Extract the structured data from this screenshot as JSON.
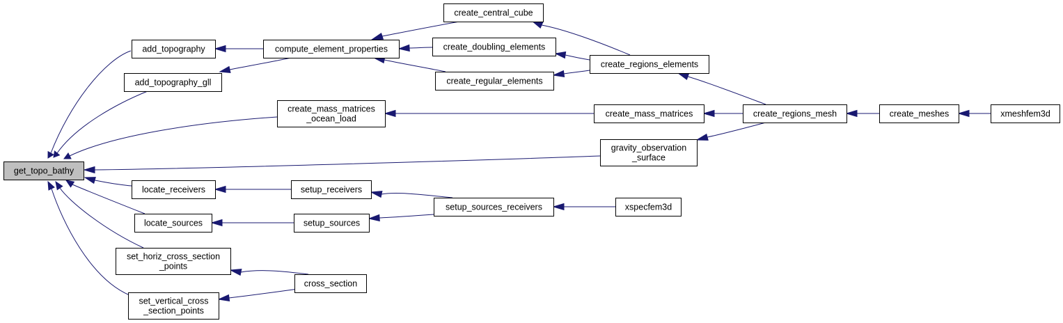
{
  "diagram": {
    "type": "call-graph",
    "nodes": [
      {
        "id": "get_topo_bathy",
        "lines": [
          "get_topo_bathy"
        ],
        "highlighted": true
      },
      {
        "id": "add_topography",
        "lines": [
          "add_topography"
        ]
      },
      {
        "id": "add_topography_gll",
        "lines": [
          "add_topography_gll"
        ]
      },
      {
        "id": "create_mass_matrices_ocean_load",
        "lines": [
          "create_mass_matrices",
          "_ocean_load"
        ]
      },
      {
        "id": "locate_receivers",
        "lines": [
          "locate_receivers"
        ]
      },
      {
        "id": "locate_sources",
        "lines": [
          "locate_sources"
        ]
      },
      {
        "id": "set_horiz_cross_section_points",
        "lines": [
          "set_horiz_cross_section",
          "_points"
        ]
      },
      {
        "id": "set_vertical_cross_section_points",
        "lines": [
          "set_vertical_cross",
          "_section_points"
        ]
      },
      {
        "id": "compute_element_properties",
        "lines": [
          "compute_element_properties"
        ]
      },
      {
        "id": "setup_receivers",
        "lines": [
          "setup_receivers"
        ]
      },
      {
        "id": "setup_sources",
        "lines": [
          "setup_sources"
        ]
      },
      {
        "id": "cross_section",
        "lines": [
          "cross_section"
        ]
      },
      {
        "id": "create_central_cube",
        "lines": [
          "create_central_cube"
        ]
      },
      {
        "id": "create_doubling_elements",
        "lines": [
          "create_doubling_elements"
        ]
      },
      {
        "id": "create_regular_elements",
        "lines": [
          "create_regular_elements"
        ]
      },
      {
        "id": "create_mass_matrices",
        "lines": [
          "create_mass_matrices"
        ]
      },
      {
        "id": "gravity_observation_surface",
        "lines": [
          "gravity_observation",
          "_surface"
        ]
      },
      {
        "id": "setup_sources_receivers",
        "lines": [
          "setup_sources_receivers"
        ]
      },
      {
        "id": "create_regions_elements",
        "lines": [
          "create_regions_elements"
        ]
      },
      {
        "id": "xspecfem3d",
        "lines": [
          "xspecfem3d"
        ]
      },
      {
        "id": "create_regions_mesh",
        "lines": [
          "create_regions_mesh"
        ]
      },
      {
        "id": "create_meshes",
        "lines": [
          "create_meshes"
        ]
      },
      {
        "id": "xmeshfem3d",
        "lines": [
          "xmeshfem3d"
        ]
      }
    ],
    "edges": [
      {
        "from": "add_topography",
        "to": "get_topo_bathy"
      },
      {
        "from": "add_topography_gll",
        "to": "get_topo_bathy"
      },
      {
        "from": "create_mass_matrices_ocean_load",
        "to": "get_topo_bathy"
      },
      {
        "from": "gravity_observation_surface",
        "to": "get_topo_bathy"
      },
      {
        "from": "locate_receivers",
        "to": "get_topo_bathy"
      },
      {
        "from": "locate_sources",
        "to": "get_topo_bathy"
      },
      {
        "from": "set_horiz_cross_section_points",
        "to": "get_topo_bathy"
      },
      {
        "from": "set_vertical_cross_section_points",
        "to": "get_topo_bathy"
      },
      {
        "from": "compute_element_properties",
        "to": "add_topography"
      },
      {
        "from": "compute_element_properties",
        "to": "add_topography_gll"
      },
      {
        "from": "create_central_cube",
        "to": "compute_element_properties"
      },
      {
        "from": "create_doubling_elements",
        "to": "compute_element_properties"
      },
      {
        "from": "create_regular_elements",
        "to": "compute_element_properties"
      },
      {
        "from": "create_regions_elements",
        "to": "create_central_cube"
      },
      {
        "from": "create_regions_elements",
        "to": "create_doubling_elements"
      },
      {
        "from": "create_regions_elements",
        "to": "create_regular_elements"
      },
      {
        "from": "create_regions_mesh",
        "to": "create_regions_elements"
      },
      {
        "from": "create_mass_matrices",
        "to": "create_mass_matrices_ocean_load"
      },
      {
        "from": "create_regions_mesh",
        "to": "create_mass_matrices"
      },
      {
        "from": "create_regions_mesh",
        "to": "gravity_observation_surface"
      },
      {
        "from": "create_meshes",
        "to": "create_regions_mesh"
      },
      {
        "from": "xmeshfem3d",
        "to": "create_meshes"
      },
      {
        "from": "setup_receivers",
        "to": "locate_receivers"
      },
      {
        "from": "setup_sources",
        "to": "locate_sources"
      },
      {
        "from": "setup_sources_receivers",
        "to": "setup_receivers"
      },
      {
        "from": "setup_sources_receivers",
        "to": "setup_sources"
      },
      {
        "from": "xspecfem3d",
        "to": "setup_sources_receivers"
      },
      {
        "from": "cross_section",
        "to": "set_horiz_cross_section_points"
      },
      {
        "from": "cross_section",
        "to": "set_vertical_cross_section_points"
      }
    ],
    "colors": {
      "edge": "#191970",
      "node_border": "#000000",
      "node_fill": "#ffffff",
      "highlight_fill": "#bfbfbf"
    }
  }
}
